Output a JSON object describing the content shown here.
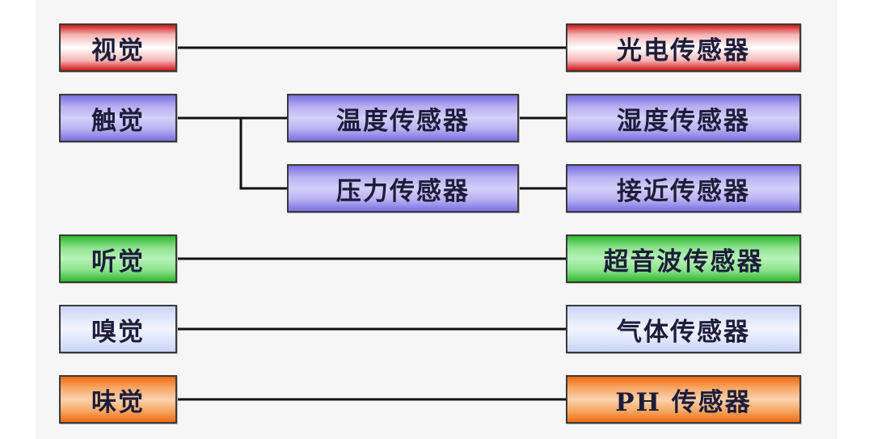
{
  "senses": {
    "vision": "视觉",
    "touch": "触觉",
    "hearing": "听觉",
    "smell": "嗅觉",
    "taste": "味觉"
  },
  "intermediate_sensors": {
    "temperature": "温度传感器",
    "pressure": "压力传感器"
  },
  "sensors": {
    "photoelectric": "光电传感器",
    "humidity": "湿度传感器",
    "proximity": "接近传感器",
    "ultrasonic": "超音波传感器",
    "gas": "气体传感器",
    "ph": "PH 传感器"
  },
  "colors": {
    "vision": "#d01818",
    "touch": "#7a6fe0",
    "hearing": "#2fb82f",
    "smell": "#c9d3f6",
    "taste": "#f06a10",
    "connector": "#111111"
  }
}
